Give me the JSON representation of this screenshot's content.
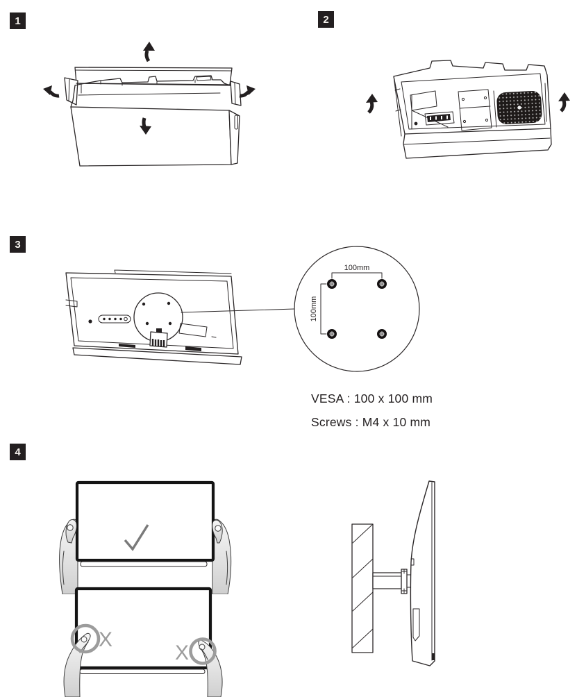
{
  "steps": {
    "one": "1",
    "two": "2",
    "three": "3",
    "four": "4"
  },
  "vesa_detail": {
    "dim_top": "100mm",
    "dim_left": "100mm"
  },
  "specs": {
    "vesa": "VESA : 100 x 100 mm",
    "screws": "Screws : M4 x 10 mm"
  },
  "handling": {
    "wrong_left": "X",
    "wrong_right": "X"
  },
  "colors": {
    "ink": "#2b2728",
    "badge_bg": "#231f20",
    "badge_text": "#f4f1ec",
    "mark_gray": "#9c9c9c",
    "check_gray": "#7a7a7a",
    "hand_light": "#f6f6f6",
    "hand_dark": "#cfcfcf"
  }
}
